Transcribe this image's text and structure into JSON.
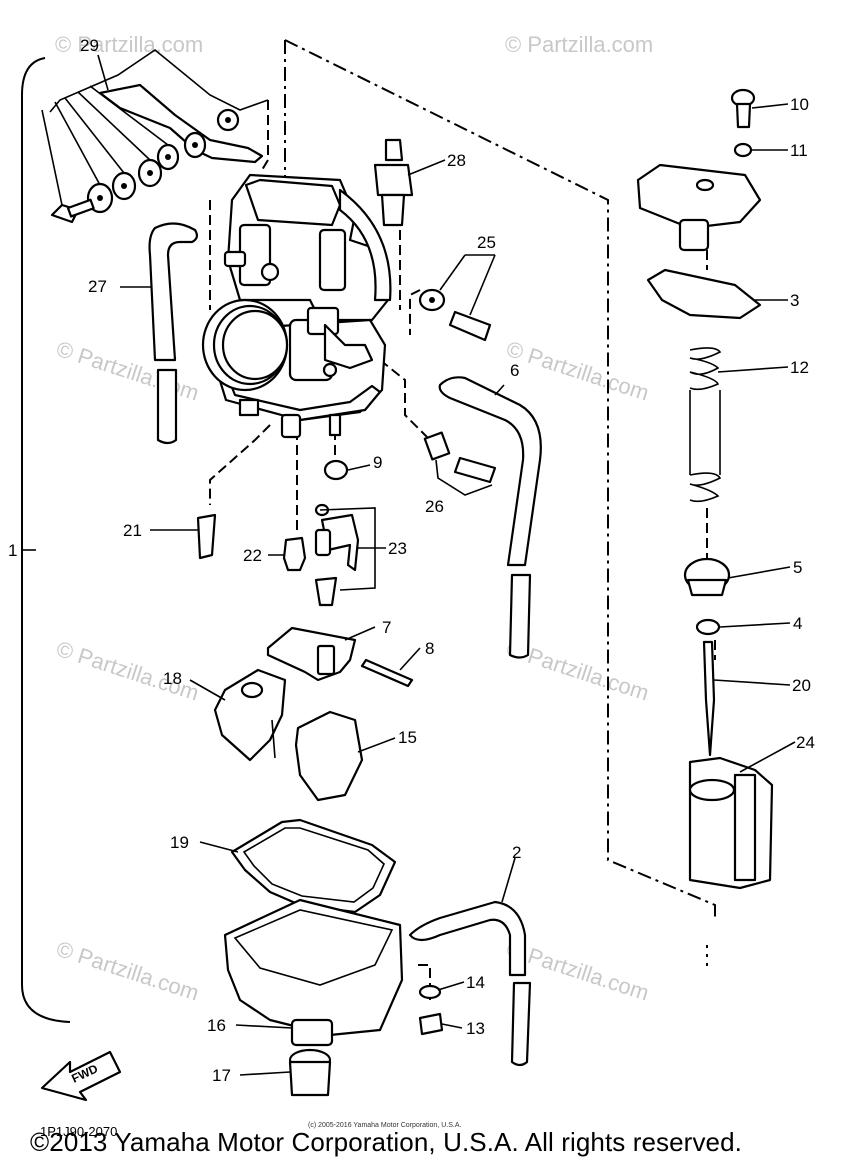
{
  "diagram": {
    "watermark": "© Partzilla.com",
    "small_copyright": "(c) 2005-2016 Yamaha Motor Corporation, U.S.A.",
    "figure_code": "1P1J90-2070",
    "fwd_label": "FWD",
    "footer": "©2013 Yamaha Motor Corporation, U.S.A. All rights reserved.",
    "callouts": [
      "1",
      "2",
      "3",
      "4",
      "5",
      "6",
      "7",
      "8",
      "9",
      "10",
      "11",
      "12",
      "13",
      "14",
      "15",
      "16",
      "17",
      "18",
      "19",
      "20",
      "21",
      "22",
      "23",
      "24",
      "25",
      "26",
      "27",
      "28",
      "29"
    ]
  }
}
